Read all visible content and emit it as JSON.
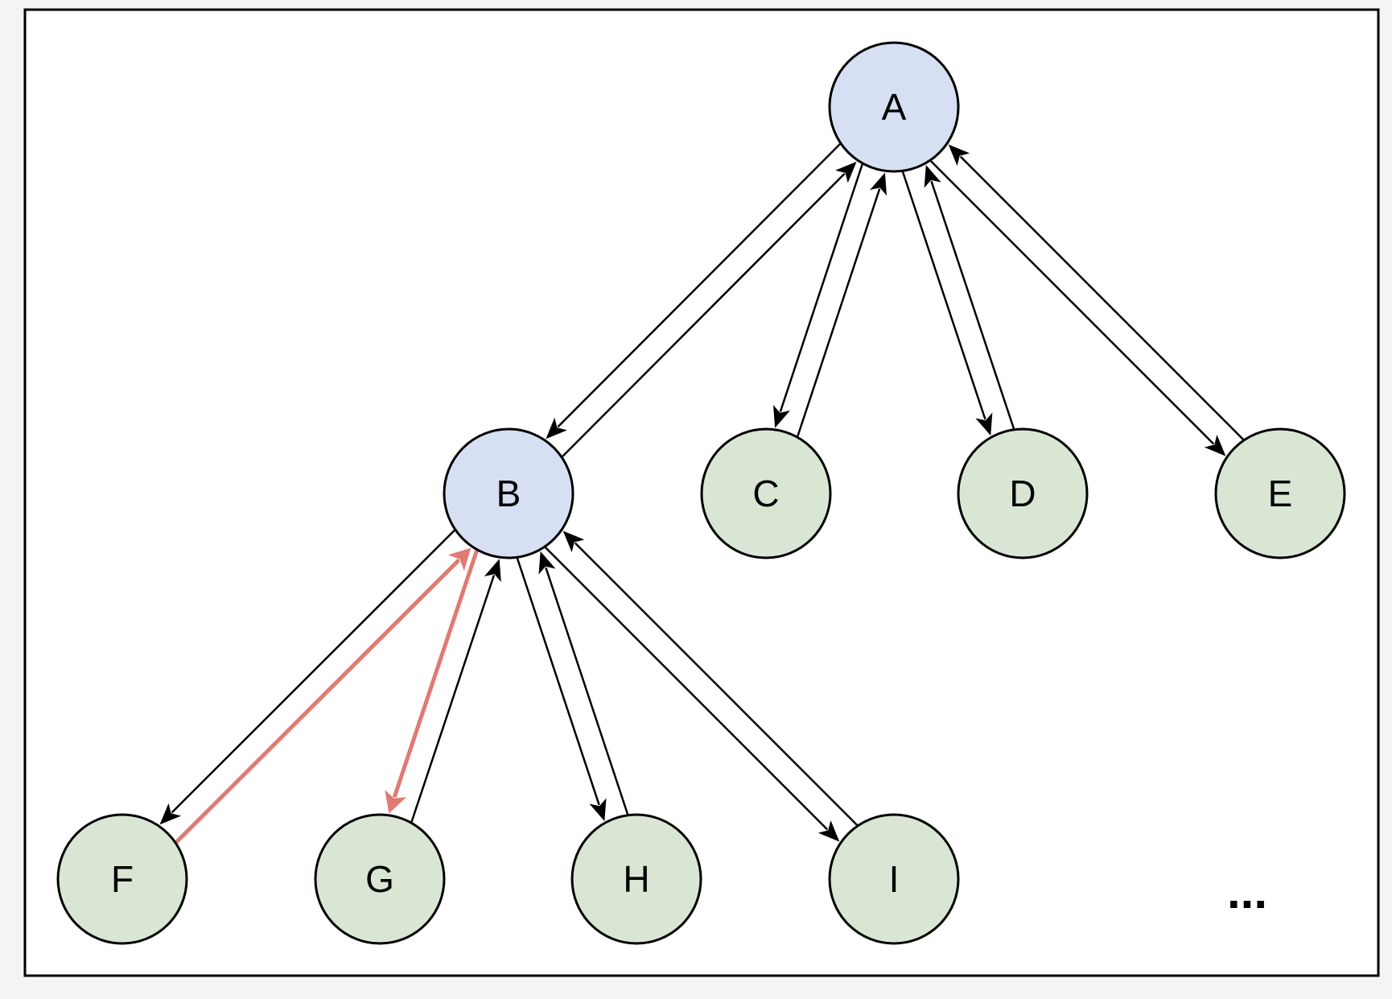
{
  "diagram": {
    "colors": {
      "background": "#ffffff",
      "border": "#000000",
      "internal_node_fill": "#d6e0f2",
      "leaf_node_fill": "#d9e6d4",
      "node_stroke": "#000000",
      "edge": "#000000",
      "highlight_edge": "#e07a72"
    },
    "nodes": [
      {
        "id": "A",
        "label": "A",
        "kind": "internal"
      },
      {
        "id": "B",
        "label": "B",
        "kind": "internal"
      },
      {
        "id": "C",
        "label": "C",
        "kind": "leaf"
      },
      {
        "id": "D",
        "label": "D",
        "kind": "leaf"
      },
      {
        "id": "E",
        "label": "E",
        "kind": "leaf"
      },
      {
        "id": "F",
        "label": "F",
        "kind": "leaf"
      },
      {
        "id": "G",
        "label": "G",
        "kind": "leaf"
      },
      {
        "id": "H",
        "label": "H",
        "kind": "leaf"
      },
      {
        "id": "I",
        "label": "I",
        "kind": "leaf"
      }
    ],
    "edges": [
      {
        "from": "A",
        "to": "B",
        "highlight": false
      },
      {
        "from": "B",
        "to": "A",
        "highlight": false
      },
      {
        "from": "A",
        "to": "C",
        "highlight": false
      },
      {
        "from": "C",
        "to": "A",
        "highlight": false
      },
      {
        "from": "A",
        "to": "D",
        "highlight": false
      },
      {
        "from": "D",
        "to": "A",
        "highlight": false
      },
      {
        "from": "A",
        "to": "E",
        "highlight": false
      },
      {
        "from": "E",
        "to": "A",
        "highlight": false
      },
      {
        "from": "B",
        "to": "F",
        "highlight": false
      },
      {
        "from": "F",
        "to": "B",
        "highlight": true
      },
      {
        "from": "B",
        "to": "G",
        "highlight": true
      },
      {
        "from": "G",
        "to": "B",
        "highlight": false
      },
      {
        "from": "B",
        "to": "H",
        "highlight": false
      },
      {
        "from": "H",
        "to": "B",
        "highlight": false
      },
      {
        "from": "B",
        "to": "I",
        "highlight": false
      },
      {
        "from": "I",
        "to": "B",
        "highlight": false
      }
    ],
    "ellipsis": "..."
  }
}
